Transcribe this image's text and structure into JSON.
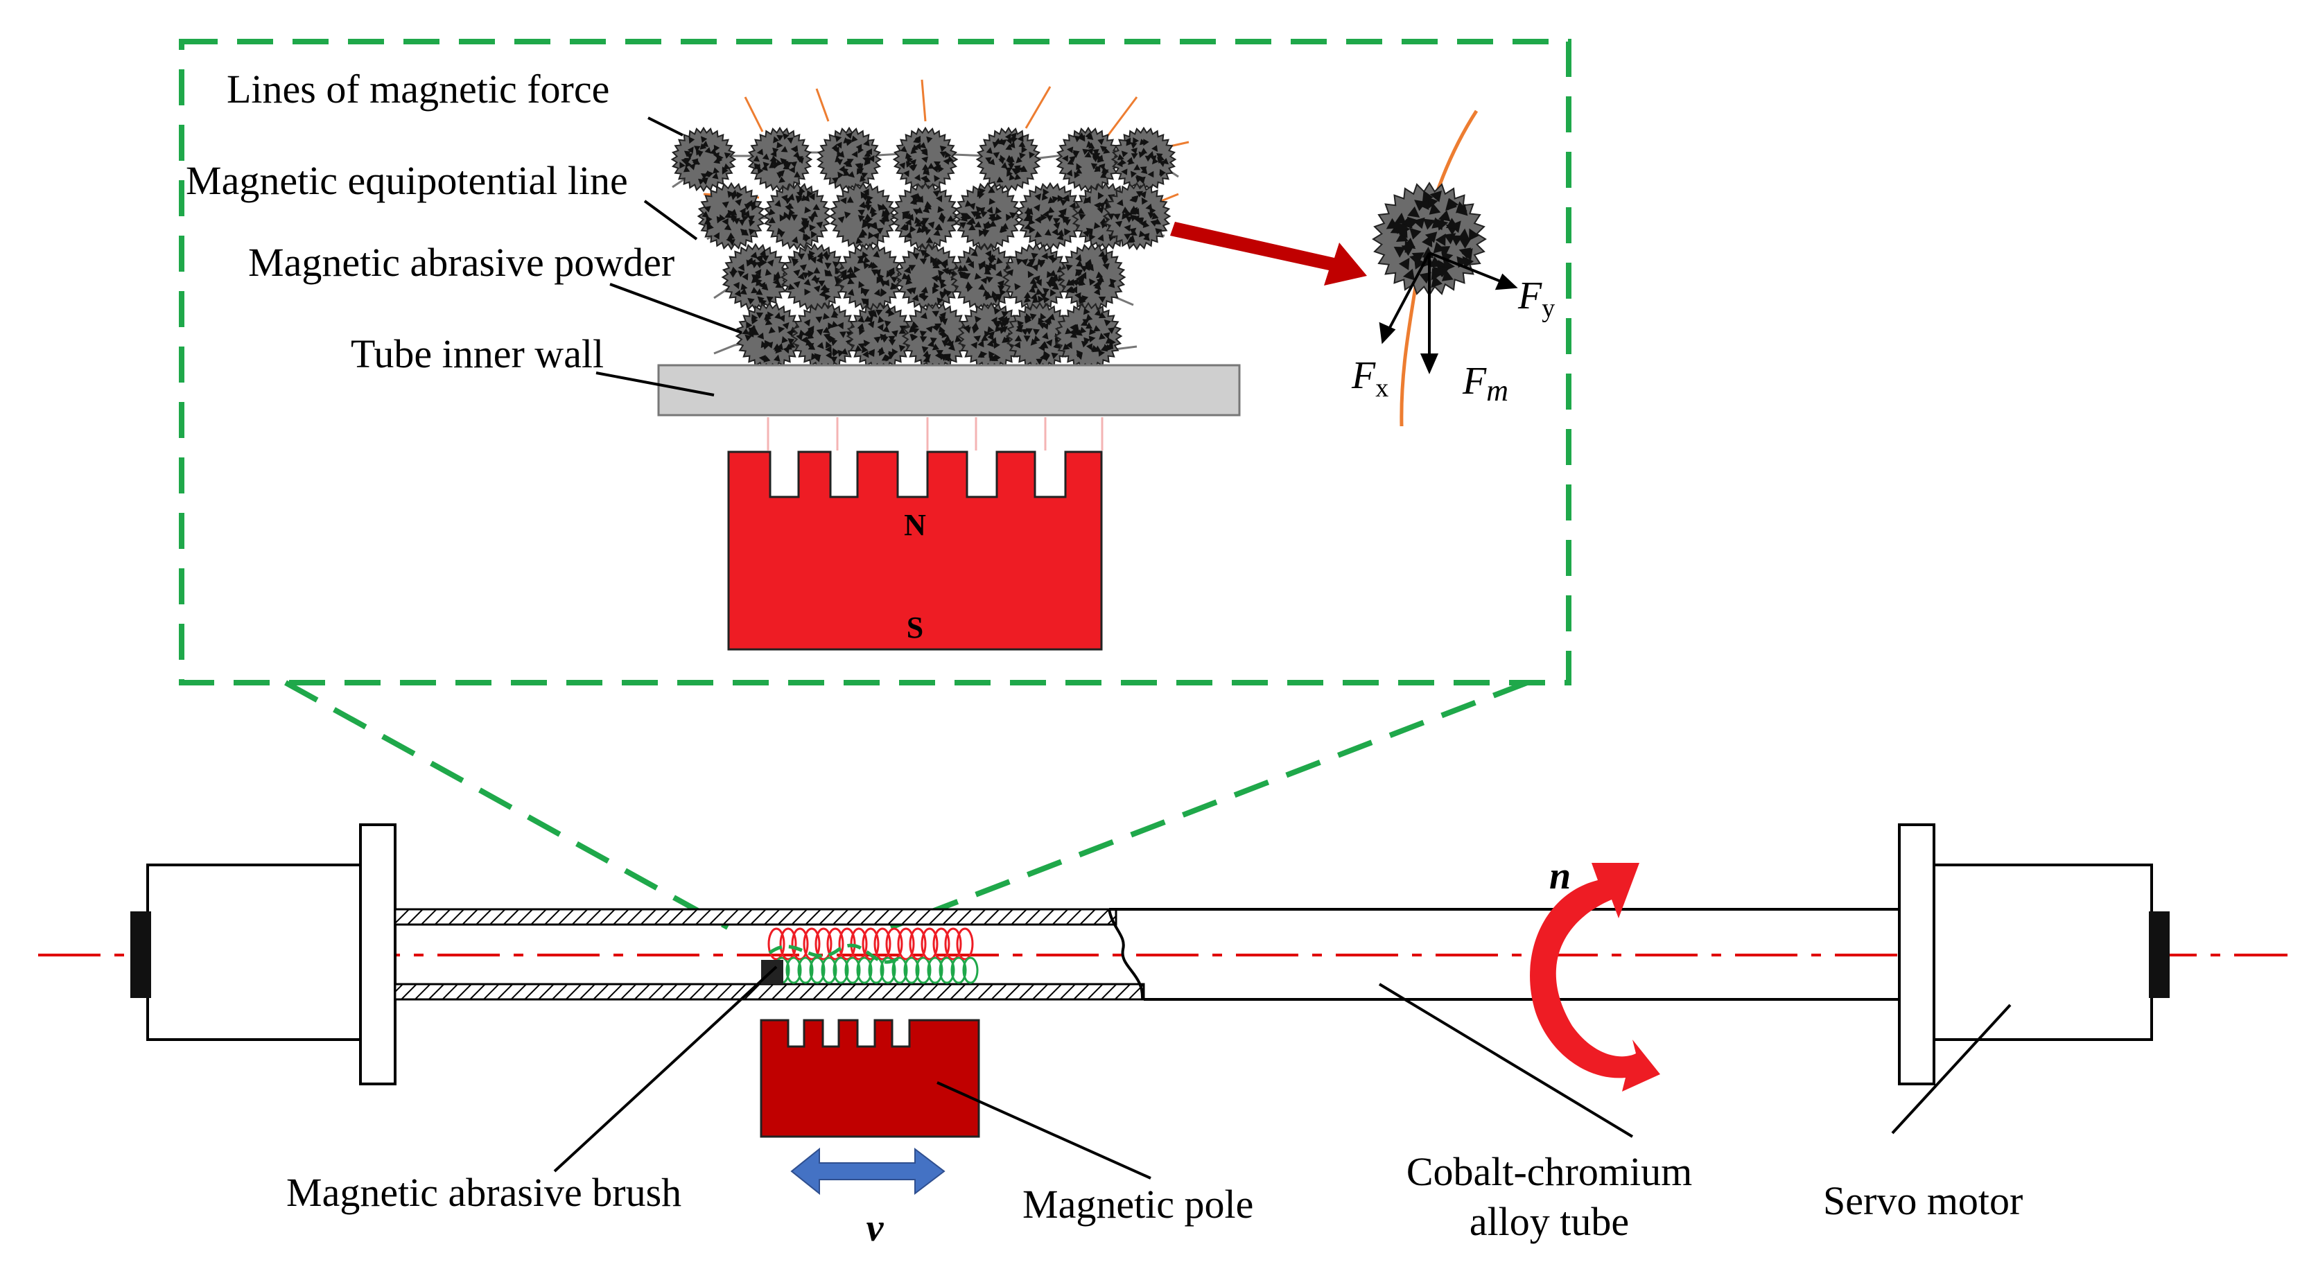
{
  "inset_labels": {
    "magnetic_force_lines": "Lines of magnetic force",
    "equipotential_line": "Magnetic equipotential line",
    "abrasive_powder": "Magnetic abrasive powder",
    "tube_inner_wall": "Tube inner wall"
  },
  "pole_marks": {
    "north": "N",
    "south": "S"
  },
  "forces": {
    "fx": {
      "symbol": "F",
      "sub": "x"
    },
    "fy": {
      "symbol": "F",
      "sub": "y"
    },
    "fm": {
      "symbol": "F",
      "sub": "m"
    }
  },
  "setup_labels": {
    "brush": "Magnetic abrasive brush",
    "pole": "Magnetic pole",
    "tube_line1": "Cobalt-chromium",
    "tube_line2": "alloy tube",
    "motor": "Servo motor"
  },
  "motion": {
    "rotation": "n",
    "feed": "v"
  },
  "colors": {
    "zoom_frame": "#1fa84a",
    "magnet": "#ee1c24",
    "magnet_dark": "#c00000",
    "feed_arrow": "#4472c4",
    "force_line": "#ed7d31",
    "axis": "#e00000"
  }
}
